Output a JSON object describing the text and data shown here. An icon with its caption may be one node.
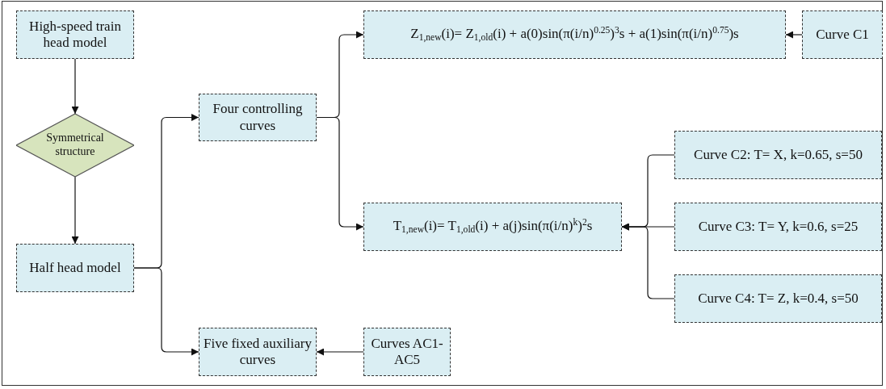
{
  "diagram": {
    "nodes": [
      {
        "text": [
          "High-speed train head model"
        ]
      },
      {
        "text": [
          "Symmetrical structure"
        ]
      },
      {
        "text": [
          "Half head model"
        ]
      },
      {
        "text": [
          "Four controlling curves"
        ]
      },
      {
        "text": [
          "Z$_{1,new}$(i)= Z$_{1,old}$(i) + a(0)sin(π(i/n)$^{0.25}$)$^{3}$s + a(1)sin(π(i/n)$^{0.75}$)s"
        ]
      },
      {
        "text": [
          "Curve C1"
        ]
      },
      {
        "text": [
          "T$_{1,new}$(i)= T$_{1,old}$(i) + a(j)sin(π(i/n)$^{k}$)$^{2}$s"
        ]
      },
      {
        "text": [
          "Curve C2: T= X, k=0.65, s=50"
        ]
      },
      {
        "text": [
          "Curve C3: T= Y, k=0.6, s=25"
        ]
      },
      {
        "text": [
          "Curve C4: T= Z, k=0.4, s=50"
        ]
      },
      {
        "text": [
          "Five fixed auxiliary curves"
        ]
      },
      {
        "text": [
          "Curves AC1-AC5"
        ]
      }
    ],
    "edges": [
      {
        "from": 0,
        "to": 1,
        "arrow": "to"
      },
      {
        "from": 1,
        "to": 2,
        "arrow": "to"
      },
      {
        "from": 2,
        "to": 3,
        "arrow": "to"
      },
      {
        "from": 2,
        "to": 10,
        "arrow": "to"
      },
      {
        "from": 3,
        "to": 4,
        "arrow": "to"
      },
      {
        "from": 3,
        "to": 6,
        "arrow": "to"
      },
      {
        "from": 5,
        "to": 4,
        "arrow": "to"
      },
      {
        "from": 7,
        "to": 6,
        "arrow": "to"
      },
      {
        "from": 8,
        "to": 6,
        "arrow": "to"
      },
      {
        "from": 9,
        "to": 6,
        "arrow": "to"
      },
      {
        "from": 11,
        "to": 10,
        "arrow": "to"
      }
    ]
  }
}
